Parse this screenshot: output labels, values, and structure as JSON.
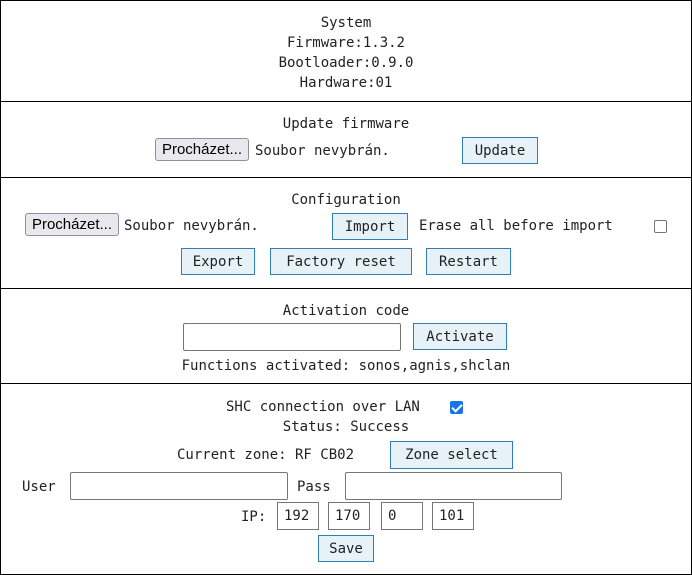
{
  "system": {
    "title": "System",
    "firmware": "Firmware:1.3.2",
    "bootloader": "Bootloader:0.9.0",
    "hardware": "Hardware:01"
  },
  "update_firmware": {
    "title": "Update firmware",
    "browse_label": "Procházet...",
    "file_status": "Soubor nevybrán.",
    "update_label": "Update"
  },
  "configuration": {
    "title": "Configuration",
    "browse_label": "Procházet...",
    "file_status": "Soubor nevybrán.",
    "import_label": "Import",
    "erase_label": "Erase all before import",
    "erase_checked": false,
    "export_label": "Export",
    "factory_reset_label": "Factory reset",
    "restart_label": "Restart"
  },
  "activation": {
    "title": "Activation code",
    "code_value": "",
    "activate_label": "Activate",
    "functions_activated": "Functions activated: sonos,agnis,shclan"
  },
  "shc": {
    "connection_label": "SHC connection over LAN",
    "connection_checked": true,
    "status": "Status: Success",
    "current_zone": "Current zone: RF CB02",
    "zone_select_label": "Zone select",
    "user_label": "User",
    "user_value": "",
    "pass_label": "Pass",
    "pass_value": "",
    "ip_label": "IP:",
    "ip": [
      "192",
      "170",
      "0",
      "101"
    ],
    "save_label": "Save"
  }
}
